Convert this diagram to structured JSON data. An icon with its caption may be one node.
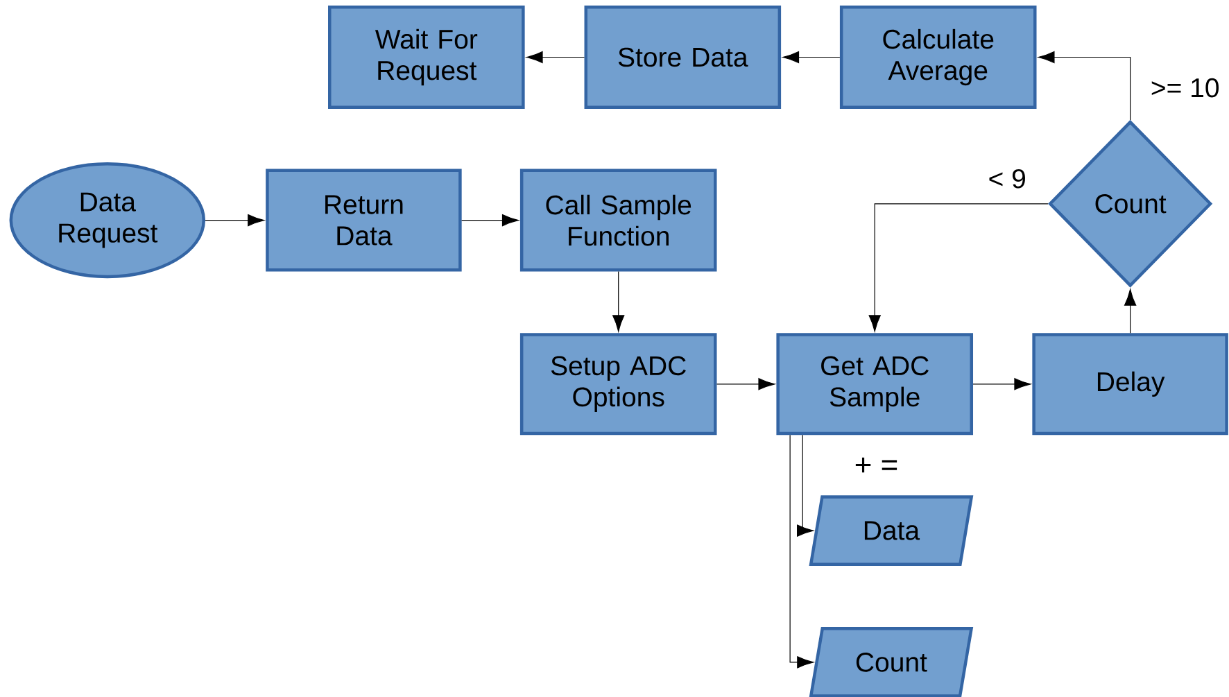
{
  "diagram": {
    "nodes": [
      {
        "text": [
          "Data Request"
        ]
      },
      {
        "text": [
          "Return Data"
        ]
      },
      {
        "text": [
          "Call Sample Function"
        ]
      },
      {
        "text": [
          "Setup ADC Options"
        ]
      },
      {
        "text": [
          "Get ADC Sample"
        ]
      },
      {
        "text": [
          "Delay"
        ]
      },
      {
        "text": [
          "Count"
        ]
      },
      {
        "text": [
          "Calculate Average"
        ]
      },
      {
        "text": [
          "Store Data"
        ]
      },
      {
        "text": [
          "Wait For Request"
        ]
      },
      {
        "text": [
          "Data"
        ]
      },
      {
        "text": [
          "Count"
        ]
      }
    ],
    "edges": [
      {
        "from": 0,
        "to": 1,
        "arrow": "to"
      },
      {
        "from": 1,
        "to": 2,
        "arrow": "to"
      },
      {
        "from": 2,
        "to": 3,
        "arrow": "to"
      },
      {
        "from": 3,
        "to": 4,
        "arrow": "to"
      },
      {
        "from": 4,
        "to": 5,
        "arrow": "to"
      },
      {
        "from": 5,
        "to": 6,
        "arrow": "to"
      },
      {
        "from": 6,
        "to": 7,
        "arrow": "to",
        "label": ">= 10"
      },
      {
        "from": 6,
        "to": 4,
        "arrow": "to",
        "label": "< 9"
      },
      {
        "from": 7,
        "to": 8,
        "arrow": "to"
      },
      {
        "from": 8,
        "to": 9,
        "arrow": "to"
      },
      {
        "from": 4,
        "to": 10,
        "arrow": "to"
      },
      {
        "from": 4,
        "to": 11,
        "arrow": "to"
      }
    ],
    "labels": [
      "+ ="
    ]
  }
}
